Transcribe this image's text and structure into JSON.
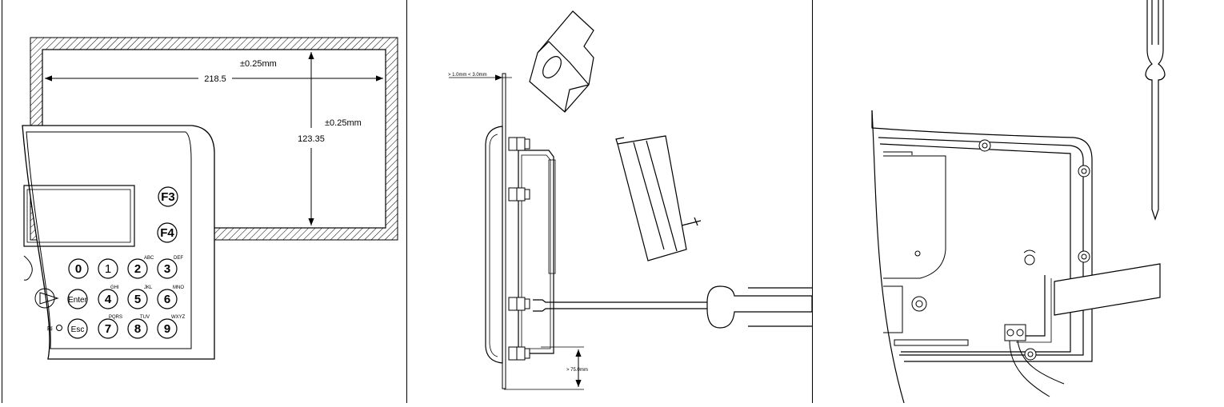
{
  "panel1": {
    "width_value": "218.5",
    "width_tolerance": "±0.25mm",
    "height_value": "123.35",
    "height_tolerance": "±0.25mm",
    "keys": {
      "f3": "F3",
      "f4": "F4",
      "k0": "0",
      "k1": "1",
      "k2": "2",
      "k3": "3",
      "k4": "4",
      "k5": "5",
      "k6": "6",
      "k7": "7",
      "k8": "8",
      "k9": "9",
      "enter": "Enter",
      "esc": "Esc"
    },
    "key_sublabels": {
      "k2": "ABC",
      "k3": "DEF",
      "k4": "GHI",
      "k5": "JKL",
      "k6": "MNO",
      "k7": "PQRS",
      "k8": "TUV",
      "k9": "WXYZ"
    }
  },
  "panel2": {
    "thickness_label": "> 1.0mm < 3.0mm",
    "clearance_label": "> 75.0mm"
  }
}
